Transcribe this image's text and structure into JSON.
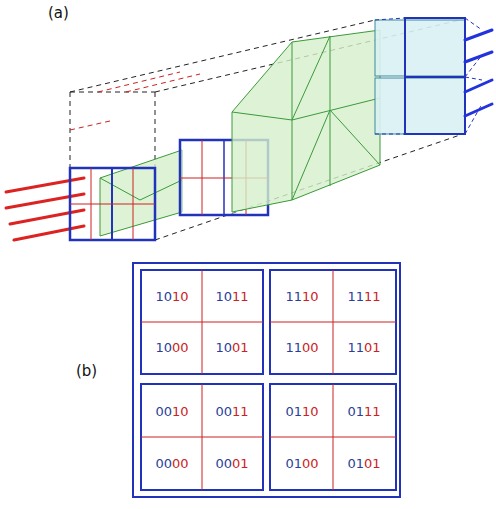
{
  "diagram": {
    "nodes": [
      {
        "text": [
          "10",
          "10"
        ]
      },
      {
        "text": [
          "10",
          "11"
        ]
      },
      {
        "text": [
          "11",
          "10"
        ]
      },
      {
        "text": [
          "11",
          "11"
        ]
      },
      {
        "text": [
          "10",
          "00"
        ]
      },
      {
        "text": [
          "10",
          "01"
        ]
      },
      {
        "text": [
          "11",
          "00"
        ]
      },
      {
        "text": [
          "11",
          "01"
        ]
      },
      {
        "text": [
          "00",
          "10"
        ]
      },
      {
        "text": [
          "00",
          "11"
        ]
      },
      {
        "text": [
          "01",
          "10"
        ]
      },
      {
        "text": [
          "01",
          "11"
        ]
      },
      {
        "text": [
          "00",
          "00"
        ]
      },
      {
        "text": [
          "00",
          "01"
        ]
      },
      {
        "text": [
          "01",
          "00"
        ]
      },
      {
        "text": [
          "01",
          "01"
        ]
      }
    ],
    "labels": [
      "(a)",
      "(b)"
    ]
  }
}
